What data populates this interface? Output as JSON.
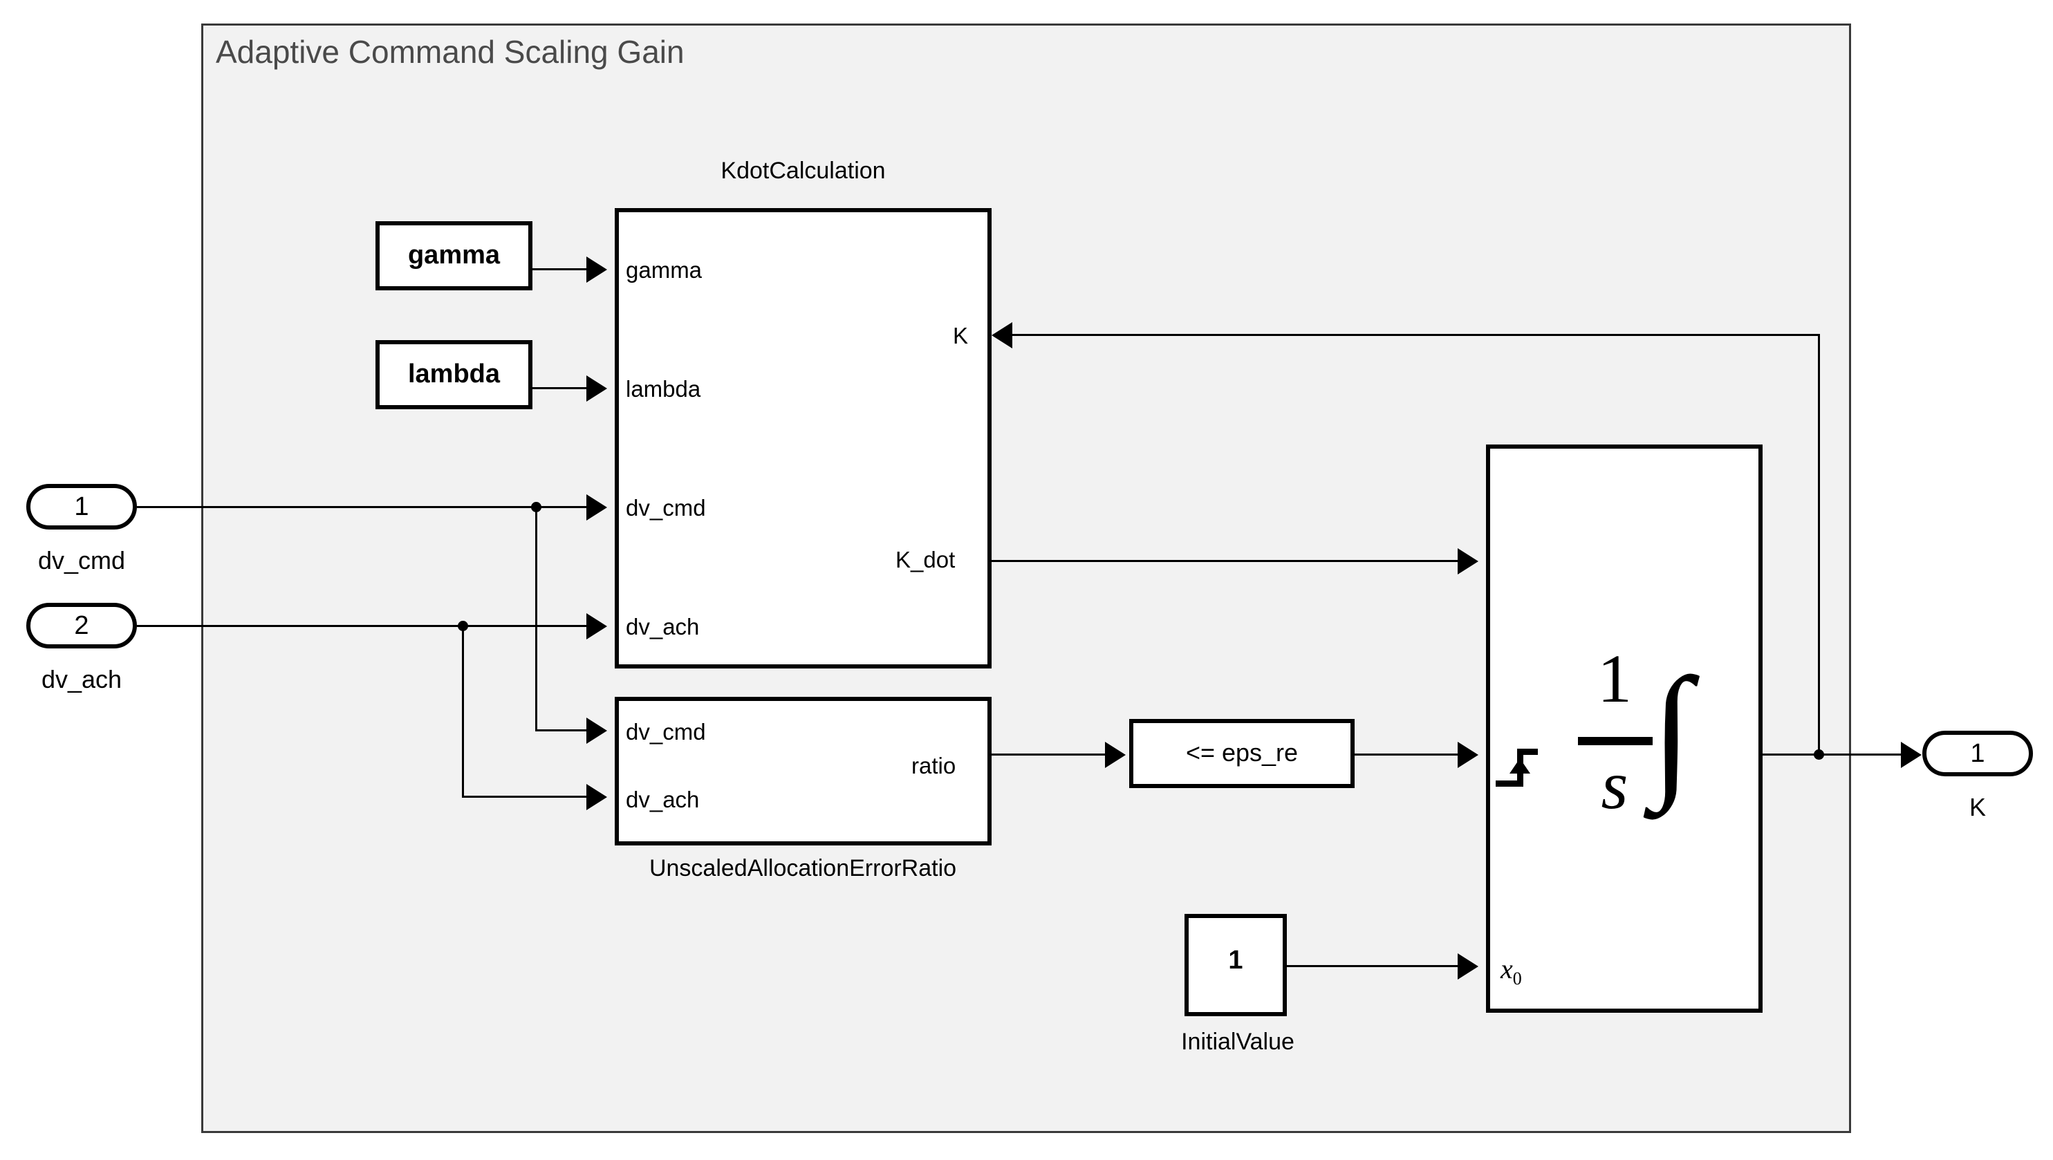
{
  "diagram": {
    "type": "simulink-block-diagram",
    "subsystem_title": "Adaptive Command Scaling Gain",
    "background_color": "#f2f2f2",
    "border_color": "#3a3a3a",
    "title_color": "#4a4a4a"
  },
  "inports": [
    {
      "number": "1",
      "caption": "dv_cmd"
    },
    {
      "number": "2",
      "caption": "dv_ach"
    }
  ],
  "outports": [
    {
      "number": "1",
      "caption": "K"
    }
  ],
  "constants": [
    {
      "name": "gamma-constant",
      "value": "gamma"
    },
    {
      "name": "lambda-constant",
      "value": "lambda"
    },
    {
      "name": "initial-value-constant",
      "value": "1",
      "caption": "InitialValue"
    }
  ],
  "subsystem_blocks": [
    {
      "name": "kdot-calculation",
      "caption": "KdotCalculation",
      "inputs": [
        "gamma",
        "lambda",
        "dv_cmd",
        "dv_ach"
      ],
      "right_inputs": [
        "K"
      ],
      "outputs": [
        "K_dot"
      ]
    },
    {
      "name": "unscaled-allocation-error-ratio",
      "caption": "UnscaledAllocationErrorRatio",
      "inputs": [
        "dv_cmd",
        "dv_ach"
      ],
      "outputs": [
        "ratio"
      ]
    }
  ],
  "compare_block": {
    "label": "<= eps_re"
  },
  "integrator": {
    "numerator": "1",
    "denominator": "s",
    "integral_glyph": "∫",
    "reset_port": "rising-step",
    "initial_condition_port": "x",
    "initial_condition_subscript": "0"
  },
  "port_labels": {
    "gamma": "gamma",
    "lambda": "lambda",
    "dv_cmd": "dv_cmd",
    "dv_ach": "dv_ach",
    "K": "K",
    "K_dot": "K_dot",
    "ratio": "ratio"
  }
}
